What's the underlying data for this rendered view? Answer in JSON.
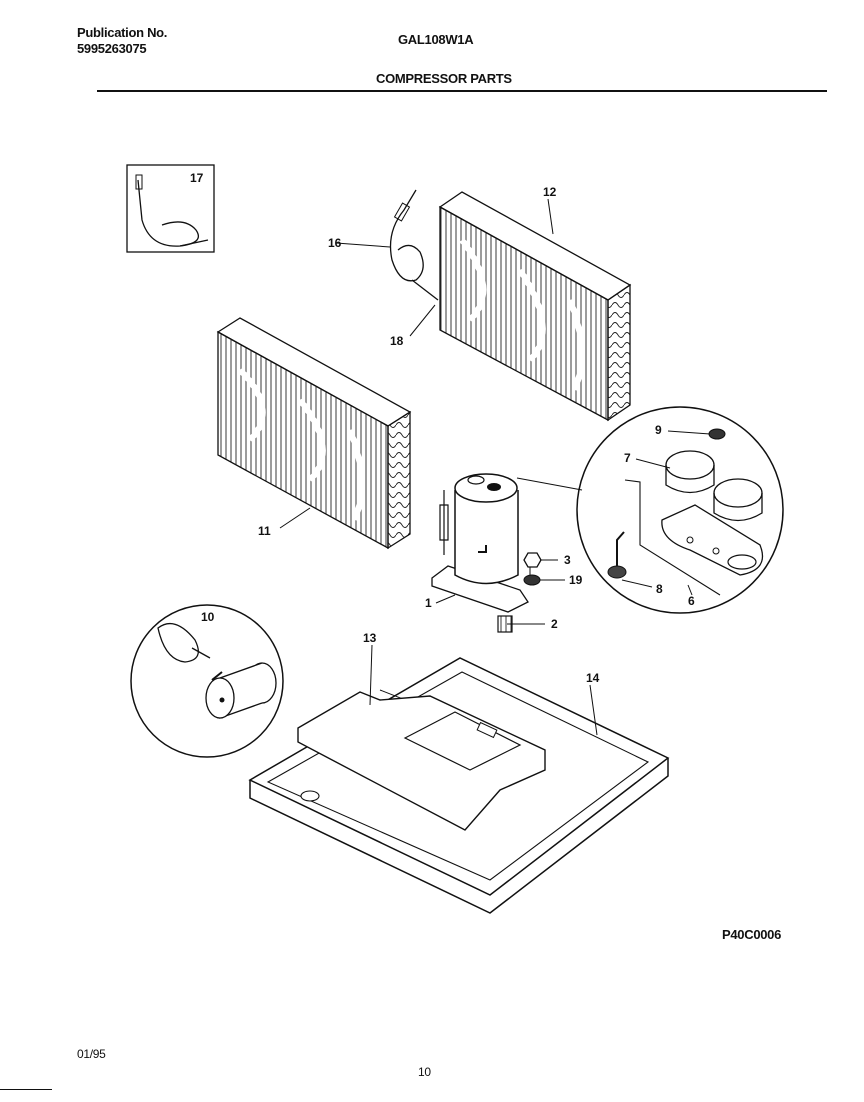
{
  "header": {
    "publication_label": "Publication No.",
    "publication_number": "5995263075",
    "model": "GAL108W1A",
    "section_title": "COMPRESSOR PARTS"
  },
  "diagram": {
    "callouts": {
      "c1": "1",
      "c2": "2",
      "c3": "3",
      "c6": "6",
      "c7": "7",
      "c8": "8",
      "c9": "9",
      "c10": "10",
      "c11": "11",
      "c12": "12",
      "c13": "13",
      "c14": "14",
      "c16": "16",
      "c17": "17",
      "c18": "18",
      "c19": "19"
    },
    "drawing_code": "P40C0006"
  },
  "footer": {
    "date": "01/95",
    "page_number": "10"
  }
}
